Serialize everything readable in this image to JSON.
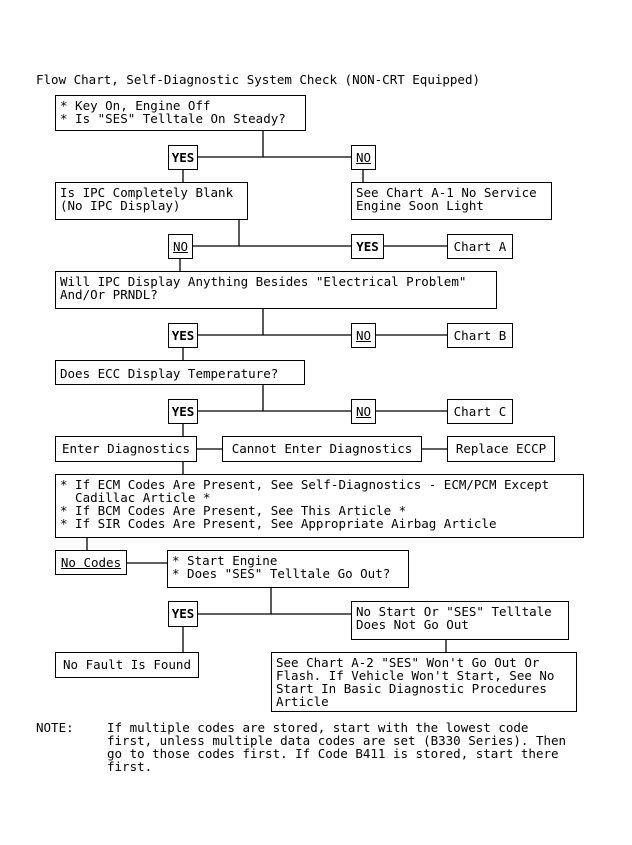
{
  "title": "Flow Chart, Self-Diagnostic System Check (NON-CRT Equipped)",
  "boxes": {
    "key_on": "* Key On, Engine Off\n* Is \"SES\" Telltale On Steady?",
    "ipc_blank": "Is IPC Completely Blank\n(No IPC Display)",
    "chart_a1": "See Chart A-1 No Service\nEngine Soon Light",
    "chart_a": "Chart A",
    "ipc_display": "Will IPC Display Anything Besides \"Electrical Problem\"\nAnd/Or PRNDL?",
    "chart_b": "Chart B",
    "ecc_temp": "Does ECC Display Temperature?",
    "chart_c": "Chart C",
    "enter_diag": "Enter Diagnostics",
    "cannot_enter": "Cannot Enter Diagnostics",
    "replace_eccp": "Replace ECCP",
    "codes_present": "* If ECM Codes Are Present, See Self-Diagnostics - ECM/PCM Except\n  Cadillac Article *\n* If BCM Codes Are Present, See This Article *\n* If SIR Codes Are Present, See Appropriate Airbag Article",
    "no_codes": "No Codes",
    "start_engine": "* Start Engine\n* Does \"SES\" Telltale Go Out?",
    "no_start": "No Start Or \"SES\" Telltale\nDoes Not Go Out",
    "no_fault": "No Fault Is Found",
    "chart_a2": "See Chart A-2 \"SES\" Won't Go Out Or\nFlash. If Vehicle Won't Start, See No\nStart In Basic Diagnostic Procedures\nArticle"
  },
  "labels": {
    "yes": "YES",
    "no": "NO"
  },
  "note": {
    "label": "NOTE:",
    "text": "If multiple codes are stored, start with the lowest code\nfirst, unless multiple data codes are set (B330 Series). Then\ngo to those codes first. If Code B411 is stored, start there\nfirst."
  }
}
